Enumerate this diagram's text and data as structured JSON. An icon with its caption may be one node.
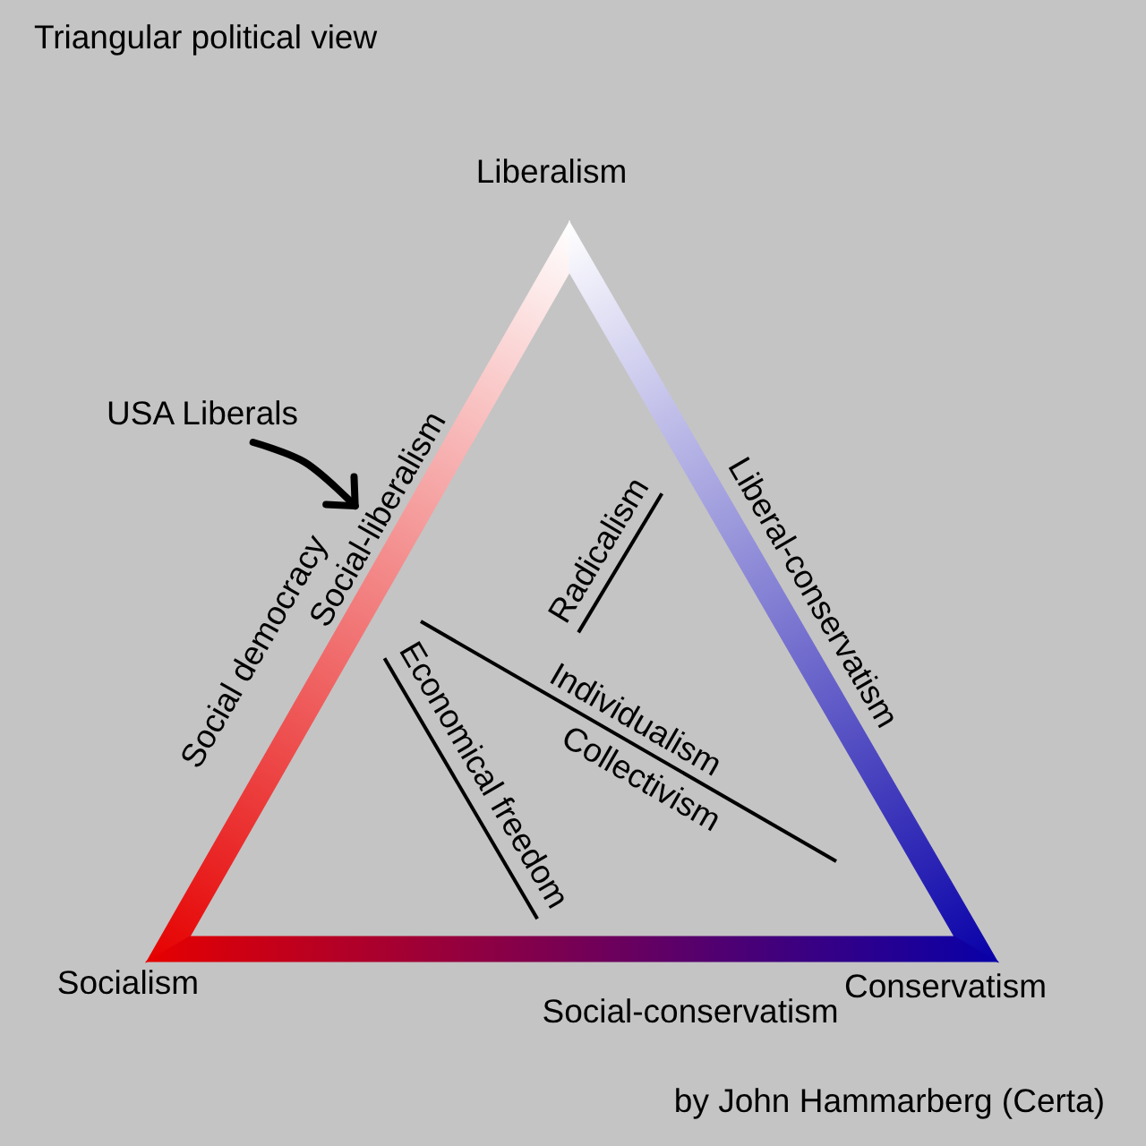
{
  "diagram": {
    "title": "Triangular political view",
    "caption": "by John Hammarberg (Certa)",
    "nodes": [
      {
        "text": [
          "Radicalism",
          "Individualism",
          "Collectivism",
          "Economical freedom"
        ]
      },
      {
        "text": [
          "USA Liberals"
        ]
      },
      {
        "text": [
          "Social-liberalism"
        ]
      }
    ],
    "edges": [
      {
        "from": 1,
        "to": 2,
        "arrow": "to"
      }
    ],
    "labels": [
      "Liberalism",
      "Social democracy",
      "Liberal-conservatism",
      "Socialism",
      "Conservatism",
      "Social-conservatism"
    ]
  }
}
